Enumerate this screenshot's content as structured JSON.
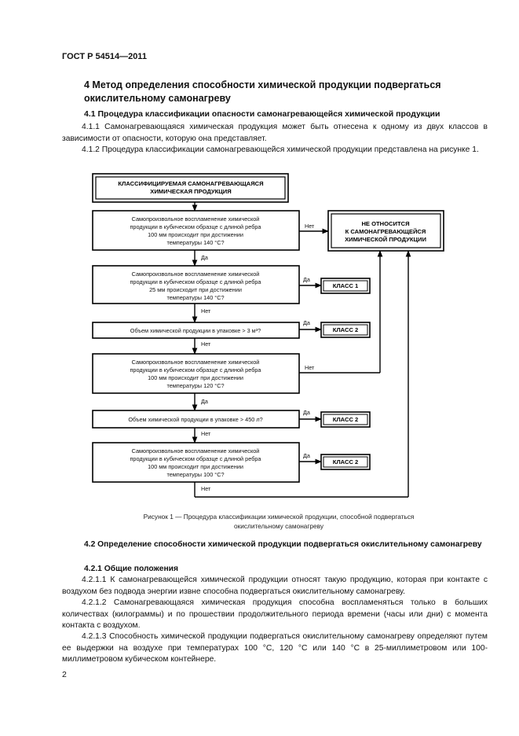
{
  "header": {
    "standard": "ГОСТ Р 54514—2011"
  },
  "section4": {
    "title": "4 Метод определения способности химической продукции подвергаться окислительному самонагреву",
    "s41_title": "4.1 Процедура классификации опасности самонагревающейся химической продукции",
    "p411": "4.1.1 Самонагревающаяся химическая продукция может быть отнесена к одному из двух классов в зависимости от опасности, которую она представляет.",
    "p412": "4.1.2 Процедура классификации самонагревающейся химической продукции представлена на рисунке 1."
  },
  "flowchart": {
    "start": [
      "КЛАССИФИЦИРУЕМАЯ САМОНАГРЕВАЮЩАЯСЯ",
      "ХИМИЧЕСКАЯ ПРОДУКЦИЯ"
    ],
    "q1": [
      "Самопроизвольное воспламенение химической",
      "продукции в кубическом образце с длиной ребра",
      "100 мм происходит при достижении",
      "температуры 140 °С?"
    ],
    "q2": [
      "Самопроизвольное воспламенение химической",
      "продукции в кубическом образце с длиной ребра",
      "25 мм происходит при достижении",
      "температуры 140 °С?"
    ],
    "q3": "Объем химической продукции в упаковке > 3 м³?",
    "q4": [
      "Самопроизвольное воспламенение химической",
      "продукции в кубическом образце с длиной ребра",
      "100 мм происходит при достижении",
      "температуры 120 °С?"
    ],
    "q5": "Объем химической продукции в упаковке > 450 л?",
    "q6": [
      "Самопроизвольное воспламенение химической",
      "продукции в кубическом образце с длиной ребра",
      "100 мм происходит при достижении",
      "температуры 100 °С?"
    ],
    "not_related": [
      "НЕ ОТНОСИТСЯ",
      "К САМОНАГРЕВАЮЩЕЙСЯ",
      "ХИМИЧЕСКОЙ ПРОДУКЦИИ"
    ],
    "class1": "КЛАСС 1",
    "class2": "КЛАСС 2",
    "yes": "Да",
    "no": "Нет"
  },
  "figure_caption": {
    "line1": "Рисунок 1 — Процедура классификации химической продукции, способной подвергаться",
    "line2": "окислительному самонагреву"
  },
  "section42": {
    "title": "4.2 Определение способности химической продукции подвергаться окислительному самонагреву",
    "s421_title": "4.2.1 Общие положения",
    "p4211": "4.2.1.1 К самонагревающейся химической продукции относят такую продукцию, которая при контакте с воздухом без подвода энергии извне способна подвергаться окислительному самонагреву.",
    "p4212": "4.2.1.2 Самонагревающаяся химическая продукция способна воспламеняться только в больших количествах (килограммы) и по прошествии продолжительного периода времени (часы или дни) с момента контакта с воздухом.",
    "p4213": "4.2.1.3 Способность химической продукции подвергаться окислительному самонагреву определяют путем ее выдержки на воздухе при температурах 100 °С, 120 °С или 140 °С в 25-миллиметровом или 100-миллиметровом кубическом контейнере."
  },
  "footer": {
    "page_number": "2"
  }
}
